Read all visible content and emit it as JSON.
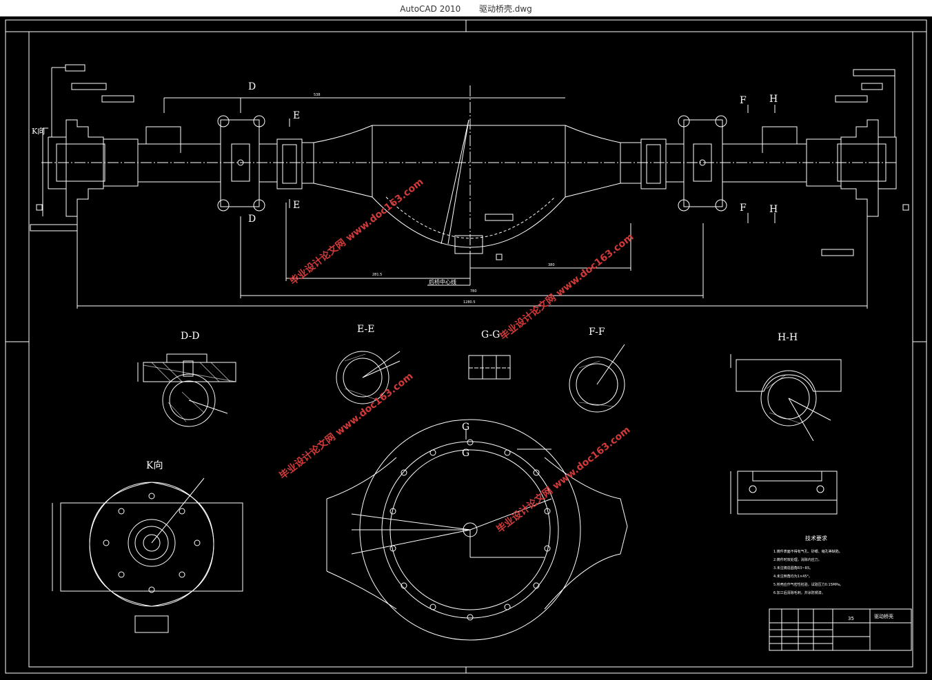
{
  "window": {
    "app": "AutoCAD 2010",
    "file": "驱动桥壳.dwg"
  },
  "section_labels": {
    "d": "D",
    "e": "E",
    "f": "F",
    "h": "H",
    "k": "K向",
    "g": "G",
    "dd": "D-D",
    "ee": "E-E",
    "gg": "G-G",
    "ff": "F-F",
    "hh": "H-H"
  },
  "main_view": {
    "center_note": "后桥中心线",
    "dim_total": "1280.5",
    "dim_left": "281.5",
    "dim_right": "380",
    "dim_mid": "780",
    "dim_top": "538"
  },
  "tech_req": {
    "title": "技术要求",
    "items": [
      "1.铸件表面不得有气孔、砂眼、缩孔等缺陷。",
      "2.铸件时效处理，消除内应力。",
      "3.未注铸造圆角R3~R5。",
      "4.未注倒角均为1×45°。",
      "5.桥壳应作气密性检验，试验压力0.15MPa。",
      "6.加工后清除毛刺，并涂防锈漆。"
    ]
  },
  "title_block": {
    "part_name": "驱动桥壳",
    "qty": "35"
  },
  "watermark": "毕业设计论文网 www.doc163.com",
  "colors": {
    "background": "#000000",
    "line": "#ffffff",
    "watermark": "#d23a3a",
    "titlebar": "#ffffff"
  }
}
